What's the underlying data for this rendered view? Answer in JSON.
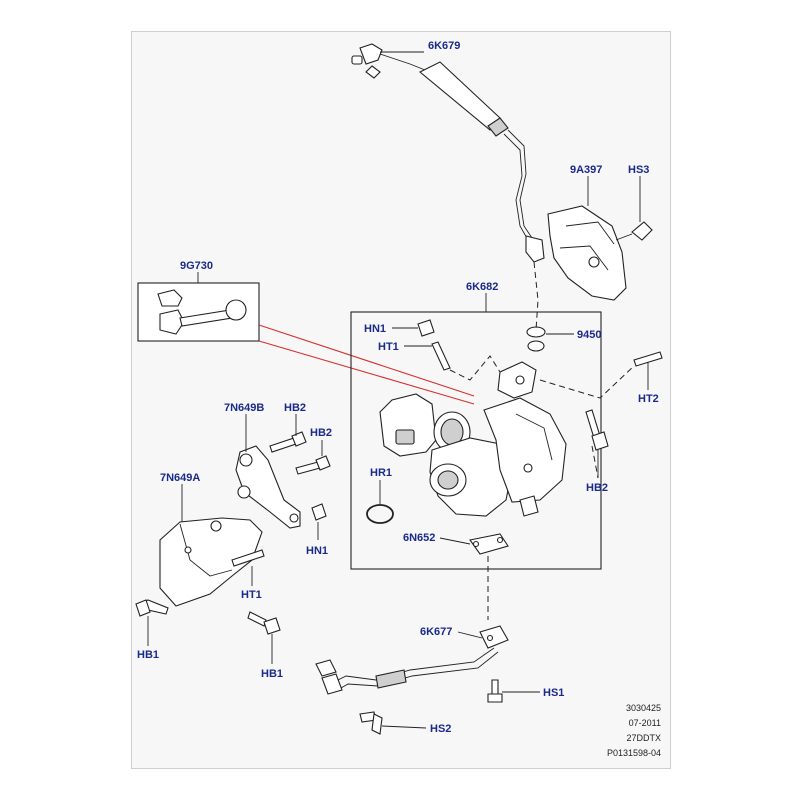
{
  "colors": {
    "callout": "#1a2a8a",
    "indicator_line": "#d83030",
    "line_art": "#222222",
    "sheet_background": "#f7f7f7"
  },
  "callouts": {
    "turbo_oil_feed_pipe": "6K679",
    "heat_shield": "9A397",
    "heat_shield_screw": "HS3",
    "oil_feed_connector_kit": "9G730",
    "turbocharger_assembly": "6K682",
    "turbo_nut": "HN1",
    "turbo_stud": "HT1",
    "oil_feed_seal": "9450",
    "turbo_stud_right": "HT2",
    "turbo_bolt_right": "HB2",
    "turbo_o_ring": "HR1",
    "oil_drain_gasket": "6N652",
    "support_bracket_b": "7N649B",
    "bracket_b_bolt_top": "HB2",
    "bracket_b_bolt_lower": "HB2",
    "support_bracket_a": "7N649A",
    "bracket_nut": "HN1",
    "bracket_stud": "HT1",
    "bracket_bolt_left": "HB1",
    "bracket_bolt_lower": "HB1",
    "oil_drain_pipe": "6K677",
    "drain_pipe_screw": "HS1",
    "drain_pipe_screw_lower": "HS2"
  },
  "footer": {
    "line1": "3030425",
    "line2": "07-2011",
    "line3": "27DDTX",
    "line4": "P0131598-04"
  }
}
